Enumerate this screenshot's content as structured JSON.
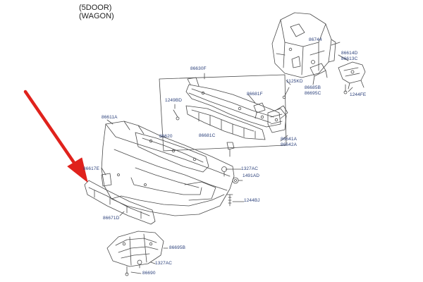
{
  "header": {
    "line1": "(5DOOR)",
    "line2": "(WAGON)"
  },
  "colors": {
    "line": "#4a4a4a",
    "label": "#2a3f7a",
    "arrow": "#e0221c"
  },
  "parts": {
    "p86744": "86744",
    "p86614D": "86614D",
    "p86613C": "86613C",
    "p86630F": "86630F",
    "p1249BD": "1249BD",
    "p86681F": "86681F",
    "p1125KD": "1125KD",
    "p86685B": "86685B",
    "p86695C": "86695C",
    "p1244FE": "1244FE",
    "p86611A": "86611A",
    "p86620": "86620",
    "p86681C": "86681C",
    "p86641A": "86641A",
    "p86642A": "86642A",
    "p86617E": "86617E",
    "p1327AC_top": "1327AC",
    "p1491AD": "1491AD",
    "p1244BJ": "1244BJ",
    "p86671D": "86671D",
    "p86695B": "86695B",
    "p1327AC_bottom": "1327AC",
    "p86690": "86690"
  },
  "pointer": {
    "target": "86671D"
  }
}
